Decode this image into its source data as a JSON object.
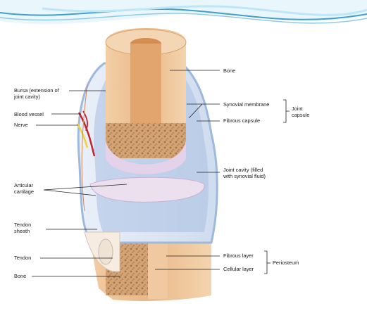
{
  "slide": {
    "colors": {
      "header_wave_dark": "#3f9fcf",
      "header_wave_light": "#bfe6f7",
      "bone": "#e8b98a",
      "bone_shadow": "#c98a55",
      "spongy_bone": "#c89868",
      "synovial": "#9fb8dd",
      "capsule": "#e4ecf7",
      "cartilage": "#e7d9ec",
      "tendon": "#f2e6dc",
      "vessel": "#c4232b",
      "nerve": "#f2d23a"
    }
  },
  "diagram": {
    "labels": {
      "bone_top": "Bone",
      "bursa_line1": "Bursa (extension of",
      "bursa_line2": "joint cavity)",
      "blood_vessel": "Blood vessel",
      "nerve": "Nerve",
      "synovial_membrane": "Synovial membrane",
      "fibrous_capsule": "Fibrous capsule",
      "joint_capsule_line1": "Joint",
      "joint_capsule_line2": "capsule",
      "joint_cavity_line1": "Joint cavity (filled",
      "joint_cavity_line2": "with synovial fluid)",
      "articular_line1": "Articular",
      "articular_line2": "cartilage",
      "tendon_sheath_line1": "Tendon",
      "tendon_sheath_line2": "sheath",
      "tendon": "Tendon",
      "bone_bottom": "Bone",
      "fibrous_layer": "Fibrous layer",
      "cellular_layer": "Cellular layer",
      "periosteum": "Periosteum"
    }
  }
}
